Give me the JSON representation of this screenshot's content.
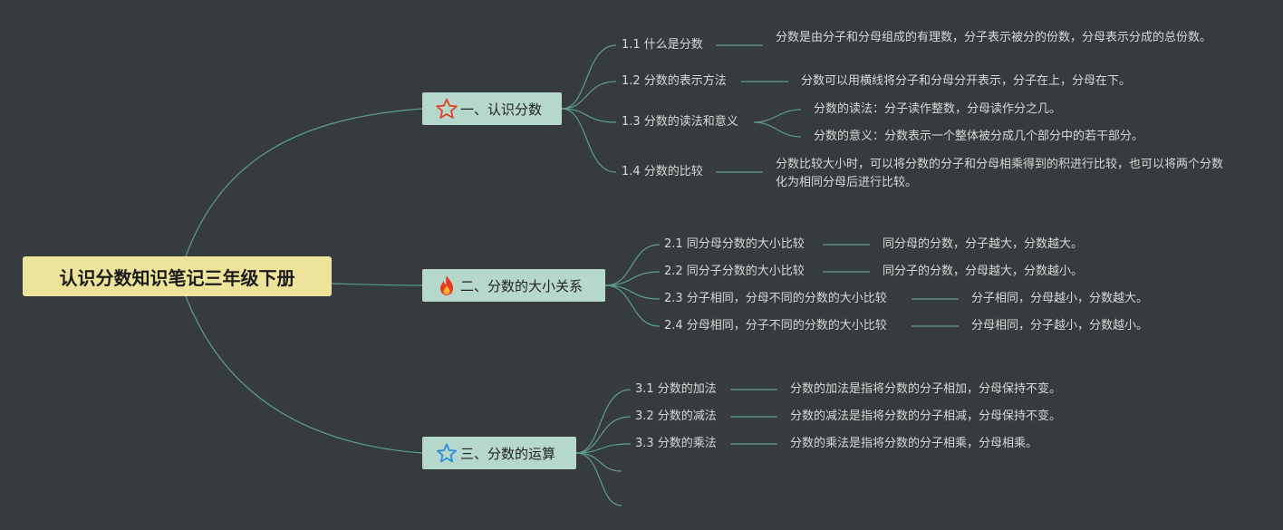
{
  "root": {
    "title": "认识分数知识笔记三年级下册"
  },
  "branches": [
    {
      "label": "一、认识分数",
      "icon": "star-outline-icon",
      "topics": [
        {
          "title": "1.1 什么是分数",
          "details": [
            "分数是由分子和分母组成的有理数，分子表示被分的份数，分母表示分成的总份数。"
          ]
        },
        {
          "title": "1.2 分数的表示方法",
          "details": [
            "分数可以用横线将分子和分母分开表示，分子在上，分母在下。"
          ]
        },
        {
          "title": "1.3 分数的读法和意义",
          "details": [
            "分数的读法：分子读作整数，分母读作分之几。",
            "分数的意义：分数表示一个整体被分成几个部分中的若干部分。"
          ]
        },
        {
          "title": "1.4 分数的比较",
          "details": [
            "分数比较大小时，可以将分数的分子和分母相乘得到的积进行比较，也可以将两个分数化为相同分母后进行比较。"
          ]
        }
      ]
    },
    {
      "label": "二、分数的大小关系",
      "icon": "fire-icon",
      "topics": [
        {
          "title": "2.1 同分母分数的大小比较",
          "details": [
            "同分母的分数，分子越大，分数越大。"
          ]
        },
        {
          "title": "2.2 同分子分数的大小比较",
          "details": [
            "同分子的分数，分母越大，分数越小。"
          ]
        },
        {
          "title": "2.3 分子相同，分母不同的分数的大小比较",
          "details": [
            "分子相同，分母越小，分数越大。"
          ]
        },
        {
          "title": "2.4 分母相同，分子不同的分数的大小比较",
          "details": [
            "分母相同，分子越小，分数越小。"
          ]
        }
      ]
    },
    {
      "label": "三、分数的运算",
      "icon": "star-blue-icon",
      "topics": [
        {
          "title": "3.1 分数的加法",
          "details": [
            "分数的加法是指将分数的分子相加，分母保持不变。"
          ]
        },
        {
          "title": "3.2 分数的减法",
          "details": [
            "分数的减法是指将分数的分子相减，分母保持不变。"
          ]
        },
        {
          "title": "3.3 分数的乘法",
          "details": [
            "分数的乘法是指将分数的分子相乘，分母相乘。"
          ]
        }
      ]
    }
  ],
  "colors": {
    "background": "#363b3d",
    "connector": "#5f9c8e",
    "root_fill": "#ede39a",
    "branch_fill": "#b6d7cc"
  }
}
